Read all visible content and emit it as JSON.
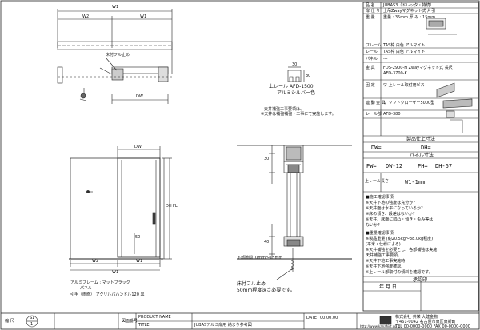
{
  "plan": {
    "dim_w1": "W1",
    "dim_w2": "W2",
    "dim_dw": "DW",
    "floor_stop_label": "床付フル止め"
  },
  "rail_detail": {
    "top_dim": "30",
    "side_dim": "30",
    "caption_line1": "上レール AFD-1500",
    "caption_line2": "アルミシルバー色",
    "note_line1": "天井補強工事要領は、",
    "note_line2": "※天井は補強補強・工事にて実施します。"
  },
  "elevation": {
    "dim_dw": "DW",
    "dim_dh": "DH",
    "dim_fl": "FL",
    "dim_50": "50",
    "dim_w1": "W1",
    "dim_w2": "W2",
    "frame_line": "アルミフレーム : マットブラック",
    "panel_line": "パネル :",
    "handle_line": "引手（両面）    アクリルパハンドル120  黒"
  },
  "section": {
    "dim_30": "30",
    "dim_40": "40",
    "dim_bottom": "下部隙間10mm〜15mm",
    "note_line1": "床付フル止め",
    "note_line2": "50mm程度深さ必要です。"
  },
  "spec_table": {
    "rows": [
      {
        "label": "品 名",
        "value": "JUBAS3（ドレッタ・持続）"
      },
      {
        "label": "扉 仕 り",
        "value": "上吊Zwayマグネット式 片引"
      },
      {
        "label": "重 量",
        "value": "重量 : 35mm  厚 み : 15mm"
      },
      {
        "label": "フレーム",
        "value": "TAS枠 白色  アルマイト"
      },
      {
        "label": "レール",
        "value": "TAS枠 白色  アルマイト"
      },
      {
        "label": "パネル",
        "value": "---"
      },
      {
        "label": "金 具",
        "value": "FDS-2900-H  Zwayマグネット式 長尺"
      },
      {
        "label": "",
        "value": "AFD-3700-K"
      },
      {
        "label": "固 定",
        "value": "ワ 上レール取付用ビス"
      },
      {
        "label": "連 動 金 具",
        "value": "ソ ソフトクローザー5000型"
      },
      {
        "label": "レール部",
        "value": "AFD-380"
      }
    ]
  },
  "size_table": {
    "header": "製品仕上寸法",
    "dw_label": "DW=",
    "dh_label": "DH=",
    "panel_header": "パネル寸法",
    "pw_label": "PW=",
    "pw_value": "DW-12",
    "ph_label": "PH=",
    "ph_value": "DH-67",
    "rail_label": "上レール長さ",
    "rail_value": "W1-1mm"
  },
  "notes": {
    "lines": [
      "■施工確認事項",
      "※天井下地の強度は充分か?",
      "※天井面は水平になっているか?",
      "※床の傾き、段差はないか?",
      "※天井、床面に凹凸・傾き・歪み等は",
      "  ないか?",
      "■重量確認事項",
      "※製品重量 (約20.5kg〜38.0kg程度)",
      "  (平米・仕様による)",
      "※天井補強を必要とし、各部補強は実施",
      "  天井補強工事要領。",
      "※天井下地工事実施時",
      "※天井下地強度確認、",
      "※上レール部取付の傾斜を確認です。"
    ],
    "confirm_header": "承認印",
    "date_label": "年  月  日"
  },
  "title_block": {
    "scale_label": "縮 尺",
    "scale_value": "S1",
    "sheet_value": "1",
    "product_label": "PRODUCT NAME",
    "title_label": "TITLE",
    "title_value": "JUBASアルミ扉用  納まり参考図",
    "date_label": "DATE",
    "date_value": "00.00.00",
    "drawing_no_label": "図面番号",
    "company": "株式会社  共栄 大建金物",
    "company_address": "〒461-0042 名古屋市東区東新町",
    "company_tel": "TEL 00-0000-0000  FAX 00-0000-0000",
    "website": "http://www.kanahirt.co.jp"
  }
}
